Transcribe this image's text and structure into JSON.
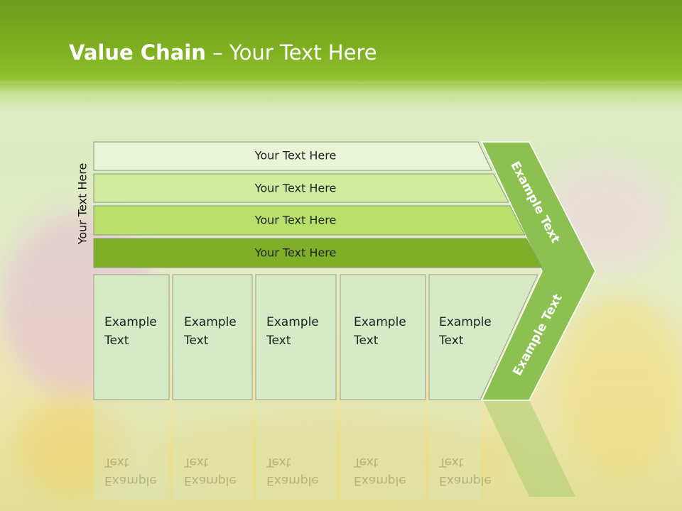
{
  "title": {
    "bold": "Value Chain",
    "rest": " – Your Text Here"
  },
  "side_label": "Your Text Here",
  "bars": [
    {
      "label": "Your Text Here",
      "color": "#eaf5d8"
    },
    {
      "label": "Your Text Here",
      "color": "#d2ec9f"
    },
    {
      "label": "Your Text Here",
      "color": "#b9e06a"
    },
    {
      "label": "Your Text Here",
      "color": "#7eaf26"
    }
  ],
  "boxes": [
    {
      "line1": "Example",
      "line2": "Text"
    },
    {
      "line1": "Example",
      "line2": "Text"
    },
    {
      "line1": "Example",
      "line2": "Text"
    },
    {
      "line1": "Example",
      "line2": "Text"
    },
    {
      "line1": "Example",
      "line2": "Text"
    }
  ],
  "arrow": {
    "upper_label": "Example Text",
    "lower_label": "Example Text",
    "color": "#8cc152"
  },
  "colors": {
    "box_fill": "#d6eac6",
    "box_stroke": "#9aa08a"
  }
}
